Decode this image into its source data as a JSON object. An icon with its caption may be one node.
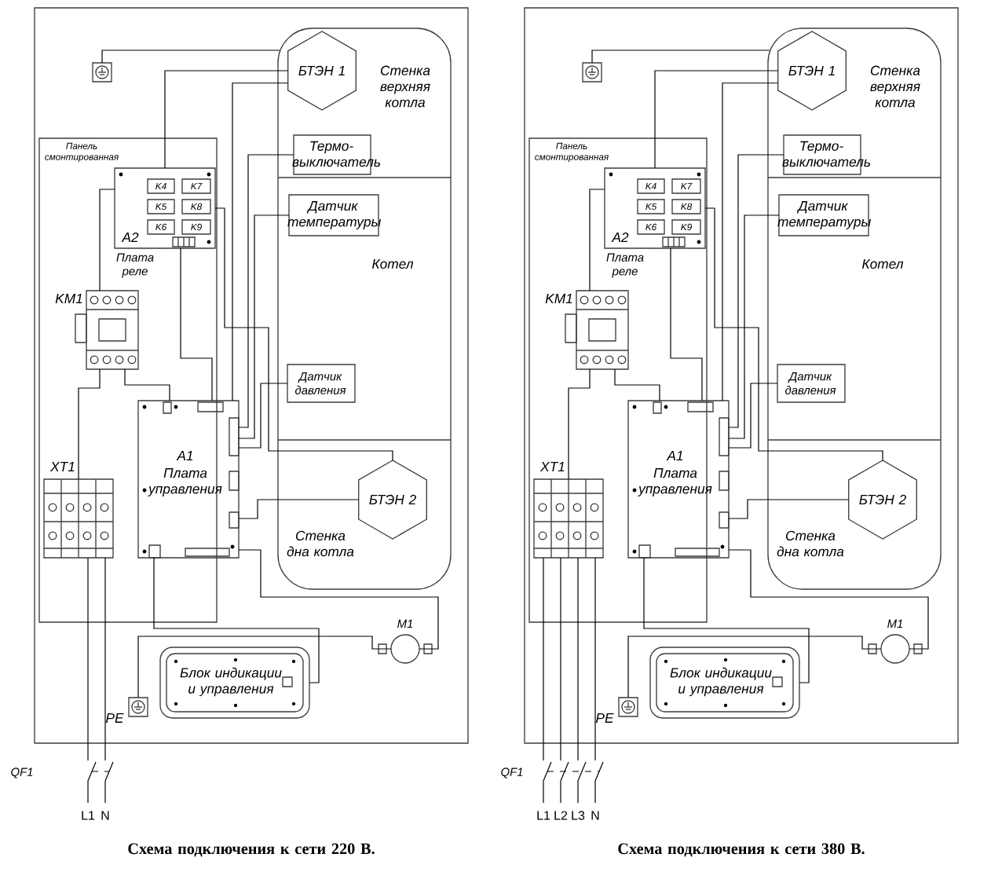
{
  "diagram": {
    "nodes": [
      {
        "text": [
          "Стенка верхняя котла",
          "Котел",
          "Стенка дна котла"
        ]
      },
      {
        "text": [
          "БТЭН 1"
        ],
        "in": 0
      },
      {
        "text": [
          "Термо-выключатель"
        ],
        "in": 0
      },
      {
        "text": [
          "Датчик температуры"
        ],
        "in": 0
      },
      {
        "text": [
          "Датчик давления"
        ],
        "in": 0
      },
      {
        "text": [
          "БТЭН 2"
        ],
        "in": 0
      },
      {
        "text": [
          "Панель смонтированная"
        ]
      },
      {
        "text": [
          "A2",
          "Плата реле"
        ],
        "in": 6
      },
      {
        "text": [
          "K4"
        ],
        "in": 7
      },
      {
        "text": [
          "K7"
        ],
        "in": 7
      },
      {
        "text": [
          "K5"
        ],
        "in": 7
      },
      {
        "text": [
          "K8"
        ],
        "in": 7
      },
      {
        "text": [
          "K6"
        ],
        "in": 7
      },
      {
        "text": [
          "K9"
        ],
        "in": 7
      },
      {
        "text": [
          "KM1"
        ],
        "in": 6
      },
      {
        "text": [
          "A1",
          "Плата управления"
        ]
      },
      {
        "text": [
          "XT1"
        ],
        "in": 6
      },
      {
        "text": [
          "Блок индикации и управления"
        ]
      },
      {
        "text": [
          "M1"
        ]
      },
      {
        "text": [
          "PE"
        ]
      },
      {
        "text": [],
        "shape": "box"
      },
      {
        "text": [
          "QF1"
        ],
        "beside": [
          "L1",
          "N"
        ]
      },
      {
        "text": [
          "Стенка верхняя котла",
          "Котел",
          "Стенка дна котла"
        ]
      },
      {
        "text": [
          "БТЭН 1"
        ],
        "in": 22
      },
      {
        "text": [
          "Термо-выключатель"
        ],
        "in": 22
      },
      {
        "text": [
          "Датчик температуры"
        ],
        "in": 22
      },
      {
        "text": [
          "Датчик давления"
        ],
        "in": 22
      },
      {
        "text": [
          "БТЭН 2"
        ],
        "in": 22
      },
      {
        "text": [
          "Панель смонтированная"
        ]
      },
      {
        "text": [
          "A2",
          "Плата реле"
        ],
        "in": 28
      },
      {
        "text": [
          "K4"
        ],
        "in": 29
      },
      {
        "text": [
          "K7"
        ],
        "in": 29
      },
      {
        "text": [
          "K5"
        ],
        "in": 29
      },
      {
        "text": [
          "K8"
        ],
        "in": 29
      },
      {
        "text": [
          "K6"
        ],
        "in": 29
      },
      {
        "text": [
          "K9"
        ],
        "in": 29
      },
      {
        "text": [
          "KM1"
        ],
        "in": 28
      },
      {
        "text": [
          "A1",
          "Плата управления"
        ]
      },
      {
        "text": [
          "XT1"
        ],
        "in": 28
      },
      {
        "text": [
          "Блок индикации и управления"
        ]
      },
      {
        "text": [
          "M1"
        ]
      },
      {
        "text": [
          "PE"
        ]
      },
      {
        "text": [],
        "shape": "box"
      },
      {
        "text": [
          "QF1"
        ],
        "beside": [
          "L1",
          "L2",
          "L3",
          "N"
        ]
      }
    ],
    "edges": [
      {
        "from": 20,
        "to": 0,
        "arrow": "none"
      },
      {
        "from": 7,
        "to": 1,
        "arrow": "none"
      },
      {
        "from": 15,
        "to": 1,
        "arrow": "none"
      },
      {
        "from": 2,
        "to": 15,
        "arrow": "none"
      },
      {
        "from": 3,
        "to": 15,
        "arrow": "none"
      },
      {
        "from": 4,
        "to": 15,
        "arrow": "none"
      },
      {
        "from": 15,
        "to": 5,
        "arrow": "none"
      },
      {
        "from": 7,
        "to": 15,
        "arrow": "none"
      },
      {
        "from": 14,
        "to": 7,
        "arrow": "none"
      },
      {
        "from": 14,
        "to": 16,
        "arrow": "none"
      },
      {
        "from": 16,
        "to": 21,
        "arrow": "none"
      },
      {
        "from": 16,
        "to": 21,
        "arrow": "none"
      },
      {
        "from": 15,
        "to": 17,
        "arrow": "none"
      },
      {
        "from": 19,
        "to": 18,
        "arrow": "none"
      },
      {
        "from": 15,
        "to": 18,
        "arrow": "none"
      },
      {
        "from": 7,
        "to": 5,
        "arrow": "none"
      },
      {
        "from": 14,
        "to": 15,
        "arrow": "none"
      },
      {
        "from": 42,
        "to": 22,
        "arrow": "none"
      },
      {
        "from": 29,
        "to": 23,
        "arrow": "none"
      },
      {
        "from": 37,
        "to": 23,
        "arrow": "none"
      },
      {
        "from": 24,
        "to": 37,
        "arrow": "none"
      },
      {
        "from": 25,
        "to": 37,
        "arrow": "none"
      },
      {
        "from": 26,
        "to": 37,
        "arrow": "none"
      },
      {
        "from": 37,
        "to": 27,
        "arrow": "none"
      },
      {
        "from": 29,
        "to": 37,
        "arrow": "none"
      },
      {
        "from": 36,
        "to": 29,
        "arrow": "none"
      },
      {
        "from": 36,
        "to": 38,
        "arrow": "none"
      },
      {
        "from": 38,
        "to": 43,
        "arrow": "none"
      },
      {
        "from": 38,
        "to": 43,
        "arrow": "none"
      },
      {
        "from": 38,
        "to": 43,
        "arrow": "none"
      },
      {
        "from": 38,
        "to": 43,
        "arrow": "none"
      },
      {
        "from": 37,
        "to": 39,
        "arrow": "none"
      },
      {
        "from": 41,
        "to": 40,
        "arrow": "none"
      },
      {
        "from": 37,
        "to": 40,
        "arrow": "none"
      },
      {
        "from": 29,
        "to": 27,
        "arrow": "none"
      },
      {
        "from": 36,
        "to": 37,
        "arrow": "none"
      }
    ],
    "labels": [
      "Схема подключения к сети 220 В.",
      "Схема подключения к сети 380 В."
    ]
  }
}
